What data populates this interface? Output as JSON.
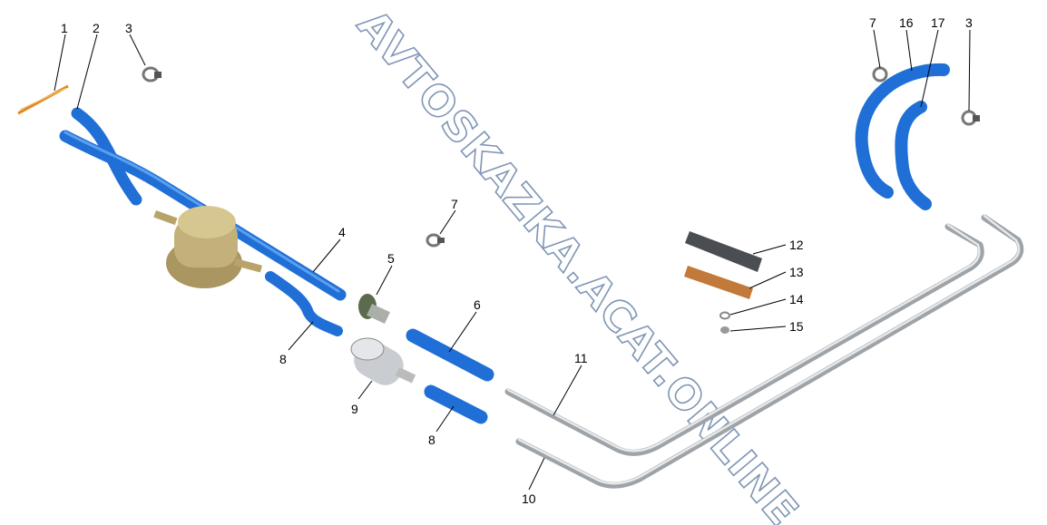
{
  "watermark": "AVTOSKAZKA.ACAT.ONLINE",
  "callouts": {
    "c1": "1",
    "c2": "2",
    "c3a": "3",
    "c3b": "3",
    "c4": "4",
    "c5": "5",
    "c6": "6",
    "c7a": "7",
    "c7b": "7",
    "c8a": "8",
    "c8b": "8",
    "c9": "9",
    "c10": "10",
    "c11": "11",
    "c12": "12",
    "c13": "13",
    "c14": "14",
    "c15": "15",
    "c16": "16",
    "c17": "17"
  },
  "colors": {
    "hose": "#1f6fd6",
    "pipe": "#9ea3a8",
    "pump": "#b8a46a",
    "pin": "#e08a1e"
  }
}
